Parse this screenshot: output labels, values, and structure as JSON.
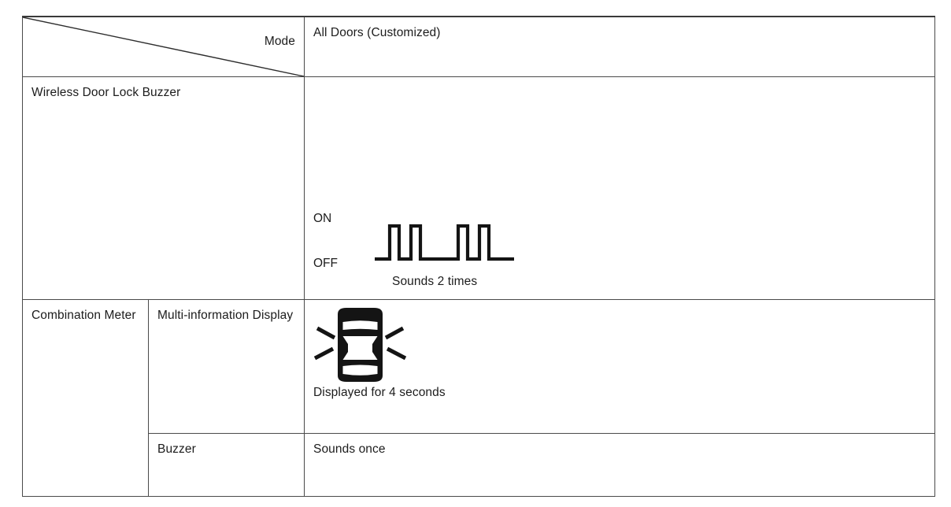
{
  "document": {
    "type": "specification-table",
    "title": "Wireless Door Lock Buzzer / Combination Meter operation table"
  },
  "table": {
    "header": {
      "corner_label": "Mode",
      "mode_value": "All Doors (Customized)"
    },
    "rows": [
      {
        "id": "wireless-door-lock-buzzer",
        "label": "Wireless Door Lock Buzzer",
        "sublabel": null,
        "content": {
          "kind": "waveform",
          "state_high_label": "ON",
          "state_low_label": "OFF",
          "caption": "Sounds 2 times",
          "pulse_count": 4,
          "pulse_groups": 2
        }
      },
      {
        "id": "combination-meter",
        "label": "Combination Meter",
        "children": [
          {
            "id": "multi-information-display",
            "label": "Multi-information Display",
            "content": {
              "kind": "icon",
              "icon_name": "car-flashing-icon",
              "caption": "Displayed for 4 seconds"
            }
          },
          {
            "id": "meter-buzzer",
            "label": "Buzzer",
            "content": {
              "kind": "text",
              "text": "Sounds once"
            }
          }
        ]
      }
    ]
  },
  "colors": {
    "border": "#4a4a4a",
    "text": "#1c1c1c",
    "ink": "#141414",
    "background": "#ffffff"
  }
}
